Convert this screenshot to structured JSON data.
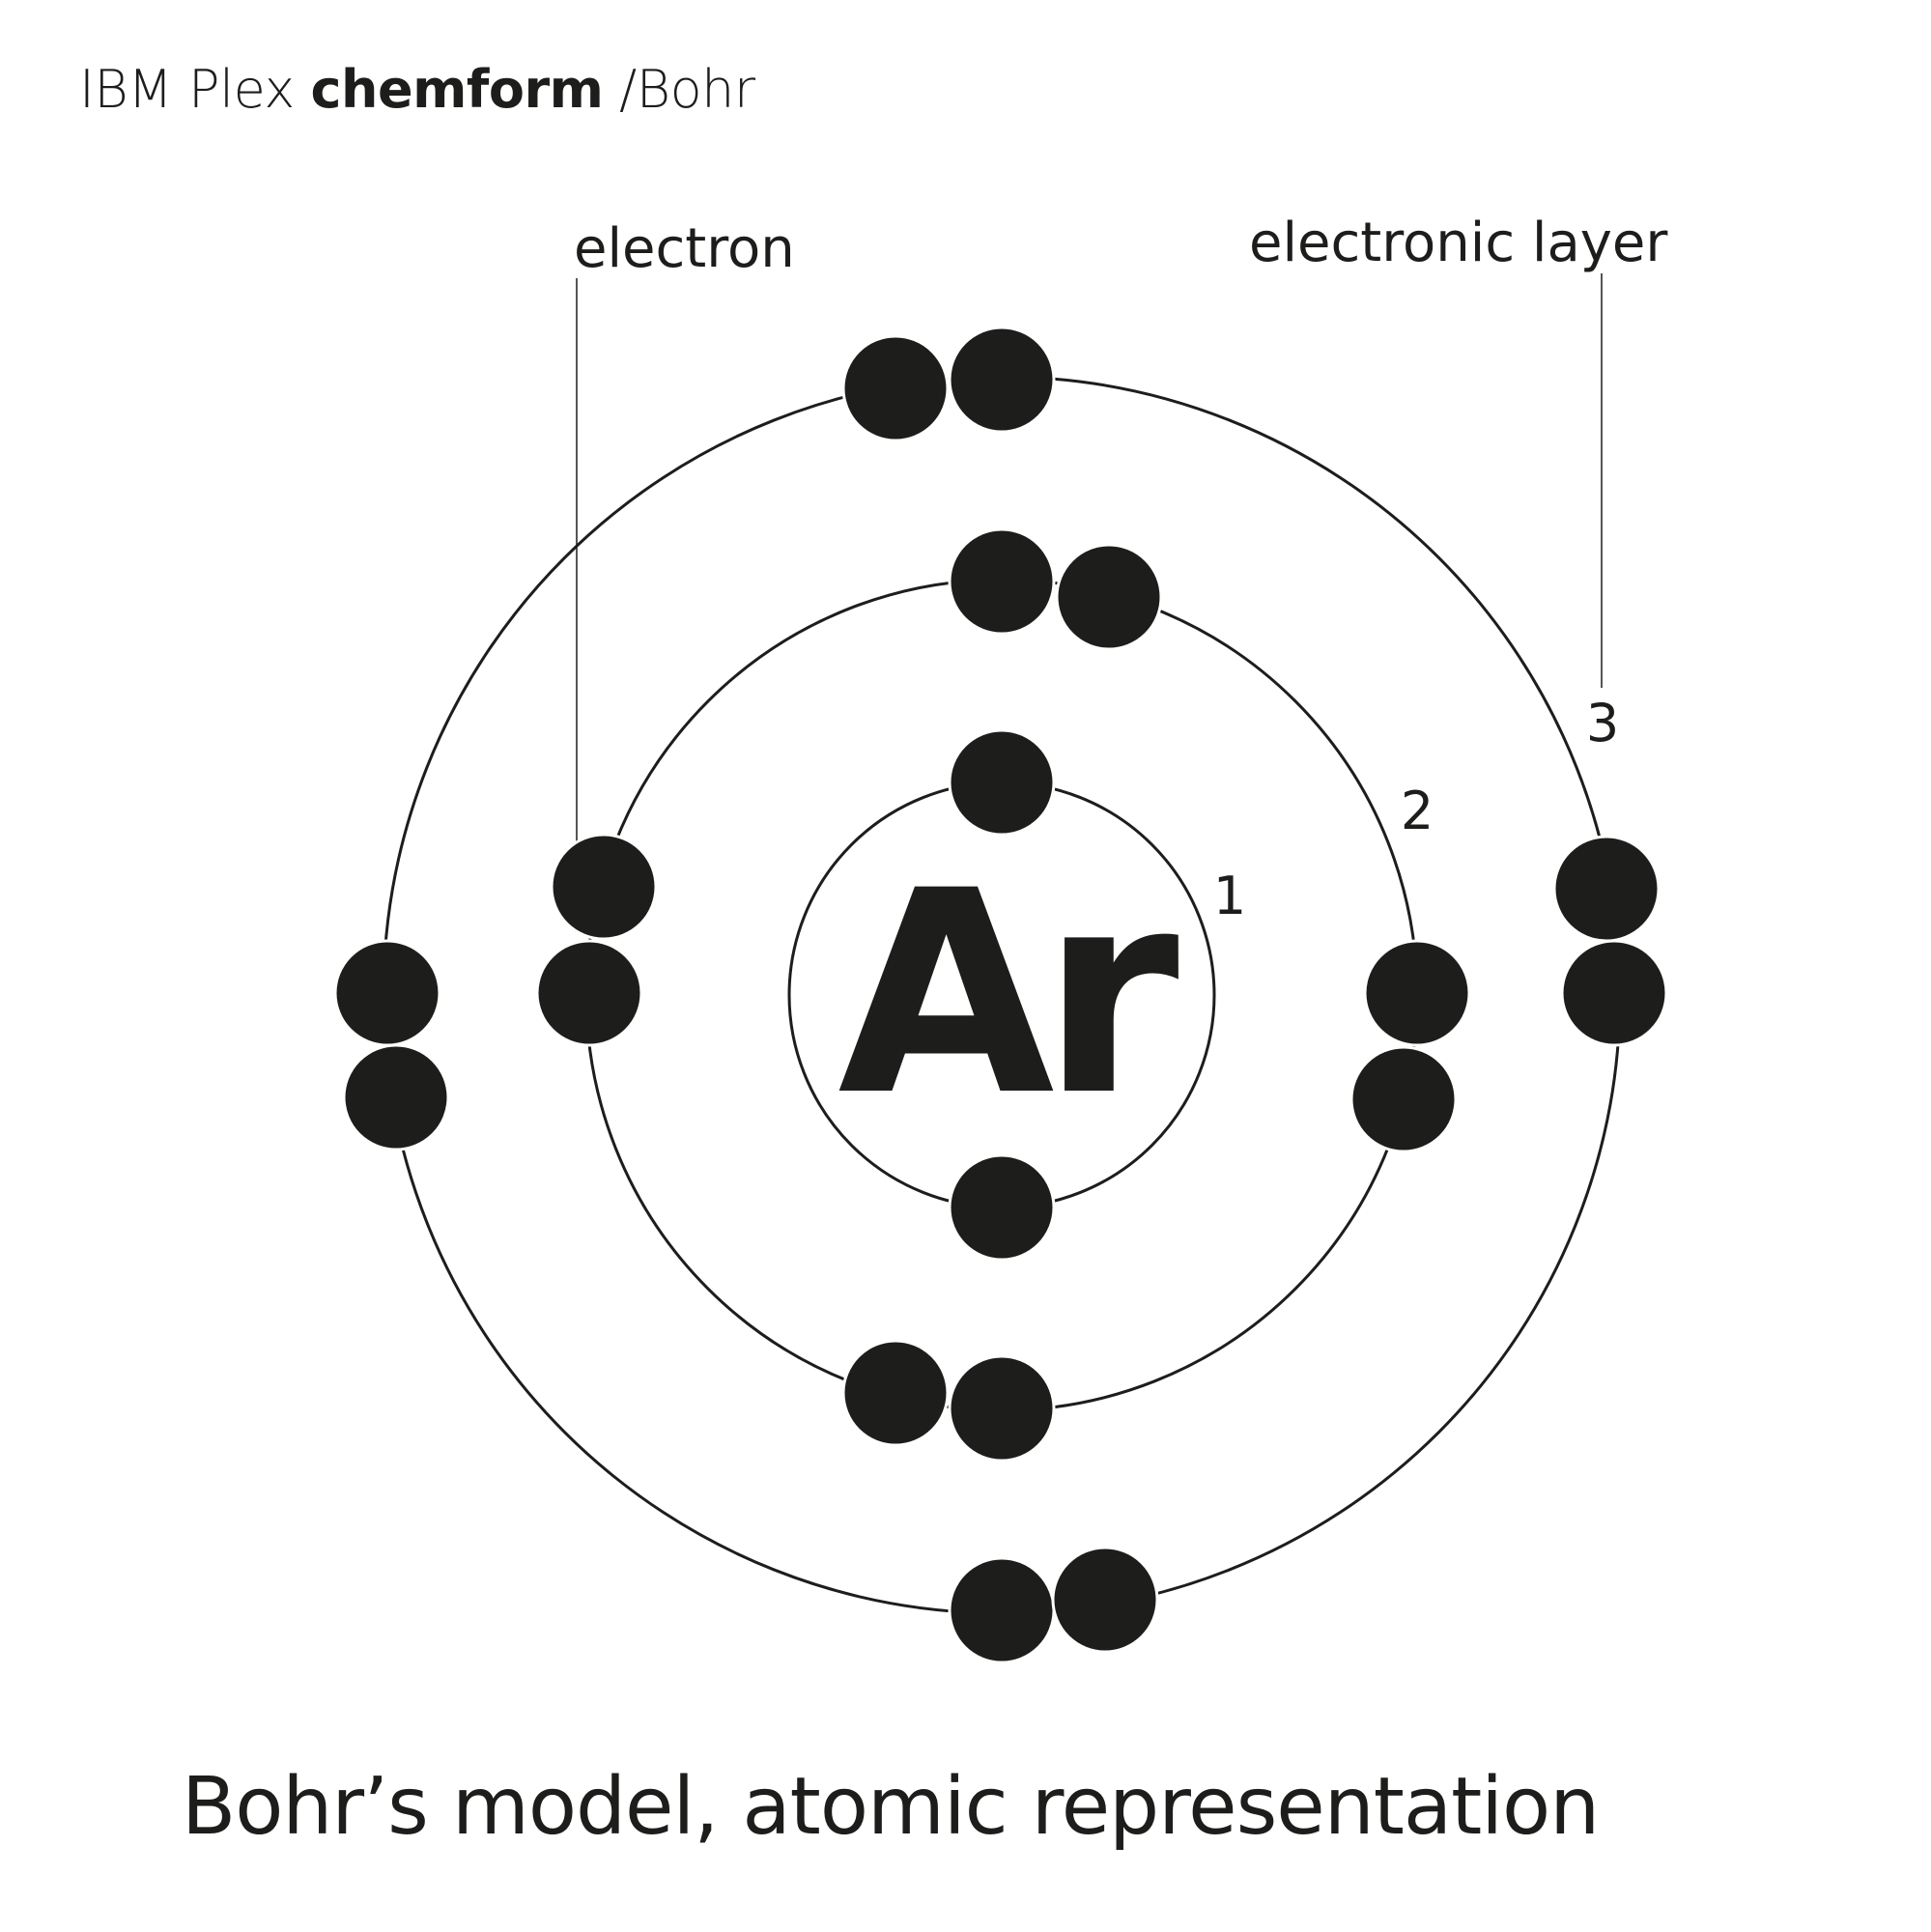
{
  "header": {
    "family": "IBM Plex",
    "product": "chemform",
    "separator": "/",
    "style": "Bohr"
  },
  "diagram": {
    "element_symbol": "Ar",
    "callouts": {
      "electron": "electron",
      "layer": "electronic layer"
    },
    "shell_labels": [
      "1",
      "2",
      "3"
    ],
    "electrons_per_shell": [
      2,
      8,
      8
    ],
    "color": "#1d1d1b"
  },
  "caption": "Bohr’s model, atomic representation"
}
